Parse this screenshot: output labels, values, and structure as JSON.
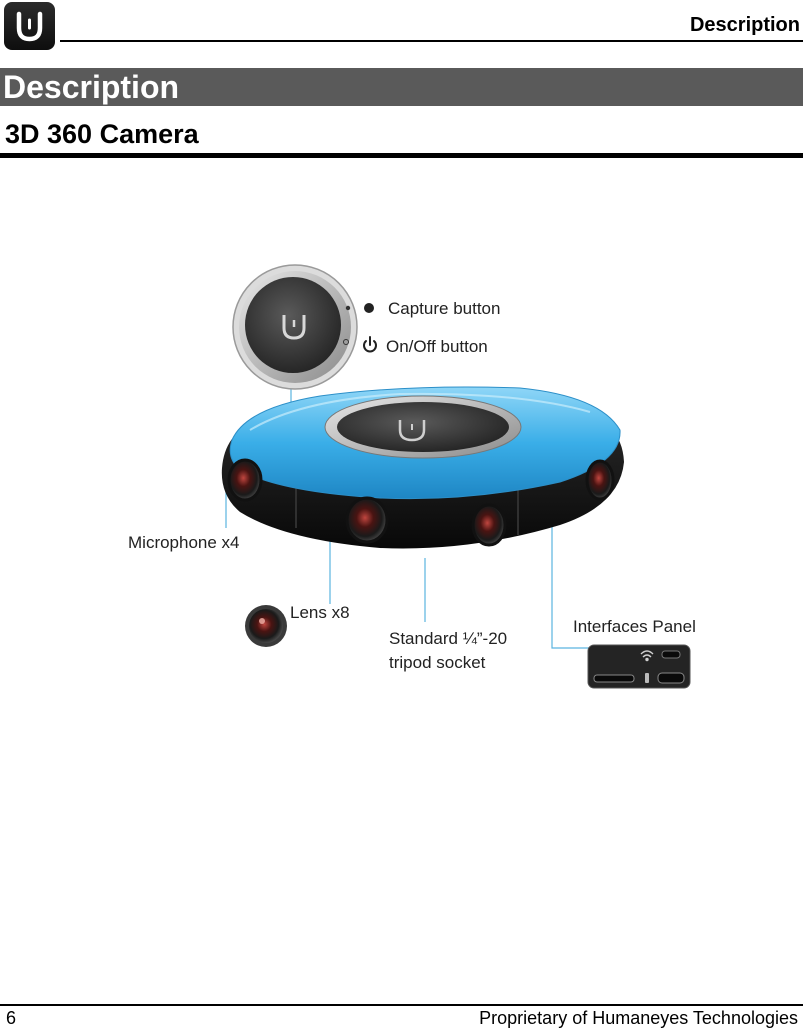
{
  "header": {
    "title": "Description"
  },
  "section": {
    "title": "Description"
  },
  "subsection": {
    "title": "3D 360 Camera"
  },
  "figure": {
    "labels": {
      "capture_button": "Capture button",
      "onoff_button": "On/Off button",
      "microphone": "Microphone x4",
      "lens": "Lens x8",
      "tripod_line1": "Standard ¼”-20",
      "tripod_line2": "tripod socket",
      "interfaces": "Interfaces Panel"
    },
    "icons": [
      "logo-u-icon",
      "capture-dot-icon",
      "power-icon",
      "wifi-icon"
    ],
    "colors": {
      "body_blue": "#3aaee8",
      "base_black": "#151515",
      "callout_line": "#5ab4e0"
    }
  },
  "footer": {
    "page_number": "6",
    "text": "Proprietary of Humaneyes Technologies"
  }
}
